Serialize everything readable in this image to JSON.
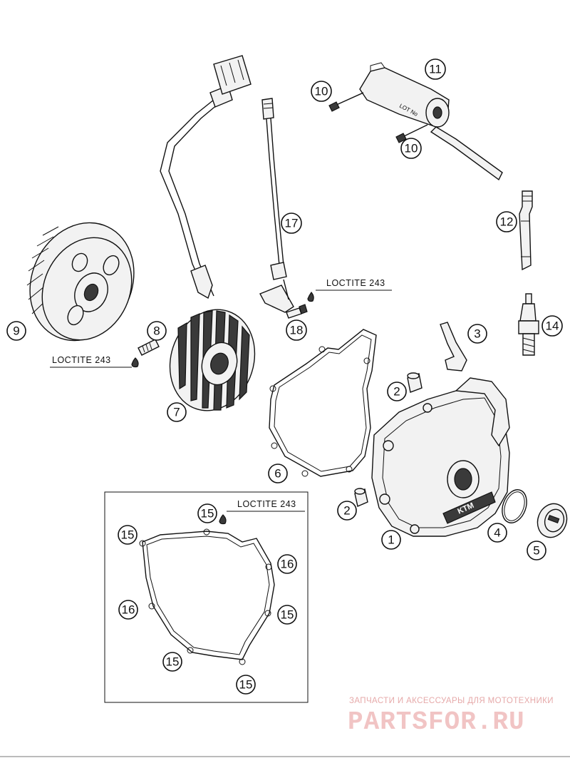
{
  "callouts": [
    {
      "id": "c1",
      "label": "1"
    },
    {
      "id": "c2a",
      "label": "2"
    },
    {
      "id": "c2b",
      "label": "2"
    },
    {
      "id": "c3",
      "label": "3"
    },
    {
      "id": "c4",
      "label": "4"
    },
    {
      "id": "c5",
      "label": "5"
    },
    {
      "id": "c6",
      "label": "6"
    },
    {
      "id": "c7",
      "label": "7"
    },
    {
      "id": "c8",
      "label": "8"
    },
    {
      "id": "c9",
      "label": "9"
    },
    {
      "id": "c10a",
      "label": "10"
    },
    {
      "id": "c10b",
      "label": "10"
    },
    {
      "id": "c11",
      "label": "11"
    },
    {
      "id": "c12",
      "label": "12"
    },
    {
      "id": "c14",
      "label": "14"
    },
    {
      "id": "c15a",
      "label": "15"
    },
    {
      "id": "c15b",
      "label": "15"
    },
    {
      "id": "c15c",
      "label": "15"
    },
    {
      "id": "c15d",
      "label": "15"
    },
    {
      "id": "c15e",
      "label": "15"
    },
    {
      "id": "c16a",
      "label": "16"
    },
    {
      "id": "c16b",
      "label": "16"
    },
    {
      "id": "c17",
      "label": "17"
    },
    {
      "id": "c18",
      "label": "18"
    }
  ],
  "notes": {
    "loctite_top": "LOCTITE 243",
    "loctite_left": "LOCTITE 243",
    "loctite_box": "LOCTITE 243"
  },
  "coil_label": "LOT No",
  "cover_logo": "KTM",
  "watermark": {
    "tagline": "ЗАПЧАСТИ И АКСЕССУАРЫ ДЛЯ МОТОТЕХНИКИ",
    "brand": "PARTSFOR.RU"
  }
}
